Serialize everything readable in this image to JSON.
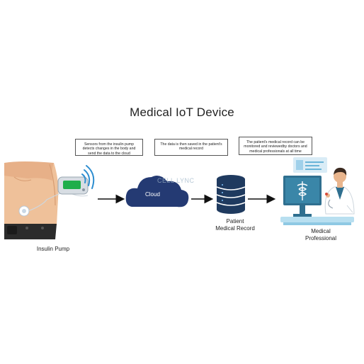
{
  "title": "Medical IoT Device",
  "notes": {
    "pump": "Sensors from the insulin pump detects changes in the body and send the data to the cloud",
    "cloud": "The data is then saved in the patient's medical record",
    "record": "The patient's medical record can be monitored and reviewedby doctors and medical professionals at all time"
  },
  "labels": {
    "pump": "Insulin Pump",
    "cloud": "Cloud",
    "record_line1": "Patient",
    "record_line2": "Medical Record",
    "professional_line1": "Medical",
    "professional_line2": "Professional"
  },
  "watermark": "CELL LYNC",
  "colors": {
    "cloud": "#243a73",
    "database": "#1f3a5f",
    "skin": "#efc19a",
    "monitor": "#2f6f8f",
    "green_screen": "#1fae4b",
    "arrow": "#111111",
    "wifi": "#2e8ed0"
  },
  "icons": [
    "insulin-pump-icon",
    "wifi-signal-icon",
    "cloud-icon",
    "database-icon",
    "doctor-icon",
    "monitor-icon",
    "caduceus-icon"
  ]
}
